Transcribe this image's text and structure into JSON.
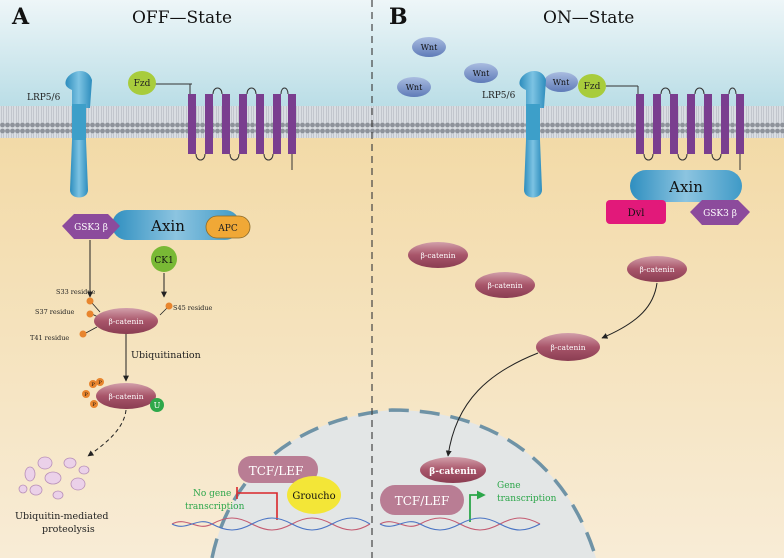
{
  "panel_a": {
    "letter": "A",
    "title": "OFF—State",
    "receptor_lrp": "LRP5/6",
    "receptor_fzd": "Fzd",
    "axin": "Axin",
    "gsk3b": "GSK3 β",
    "apc": "APC",
    "ck1": "CK1",
    "residue_s33": "S33 residue",
    "residue_s37": "S37 residue",
    "residue_s45": "S45 residue",
    "residue_t41": "T41 residue",
    "beta_catenin": "β-catenin",
    "phospho": "P",
    "ubiquitination": "Ubiquitination",
    "ubiquitin": "U",
    "proteolysis_line1": "Ubiquitin-mediated",
    "proteolysis_line2": "proteolysis",
    "tcf_lef": "TCF/LEF",
    "groucho": "Groucho",
    "no_gene_line1": "No gene",
    "no_gene_line2": "transcription"
  },
  "panel_b": {
    "letter": "B",
    "title": "ON—State",
    "wnt": "Wnt",
    "receptor_lrp": "LRP5/6",
    "receptor_fzd": "Fzd",
    "axin": "Axin",
    "dvl": "Dvl",
    "gsk3b": "GSK3 β",
    "beta_catenin": "β-catenin",
    "tcf_lef": "TCF/LEF",
    "gene_line1": "Gene",
    "gene_line2": "transcription"
  },
  "colors": {
    "extracellular": "#d6eaf0",
    "cytoplasm": "#f2d9a8",
    "membrane": "#9a9fa8",
    "receptor_purple": "#7a3e8f",
    "fzd_green": "#a8cc3c",
    "lrp_blue": "#3d9fc9",
    "axin_blue": "#5aa8cf",
    "gsk_purple": "#8c4b9c",
    "apc_orange": "#f0a836",
    "ck1_green": "#79b935",
    "catenin_maroon": "#a8556a",
    "phospho_orange": "#e8852e",
    "ubiquitin_green": "#2ea84a",
    "dvl_magenta": "#e2197a",
    "tcf_mauve": "#b97d94",
    "groucho_yellow": "#f3e637",
    "nucleus_gray": "#e4e6e6",
    "wnt_blue": "#7d94c9",
    "inhibit_red": "#d9262a",
    "activate_green": "#2ca64a"
  }
}
